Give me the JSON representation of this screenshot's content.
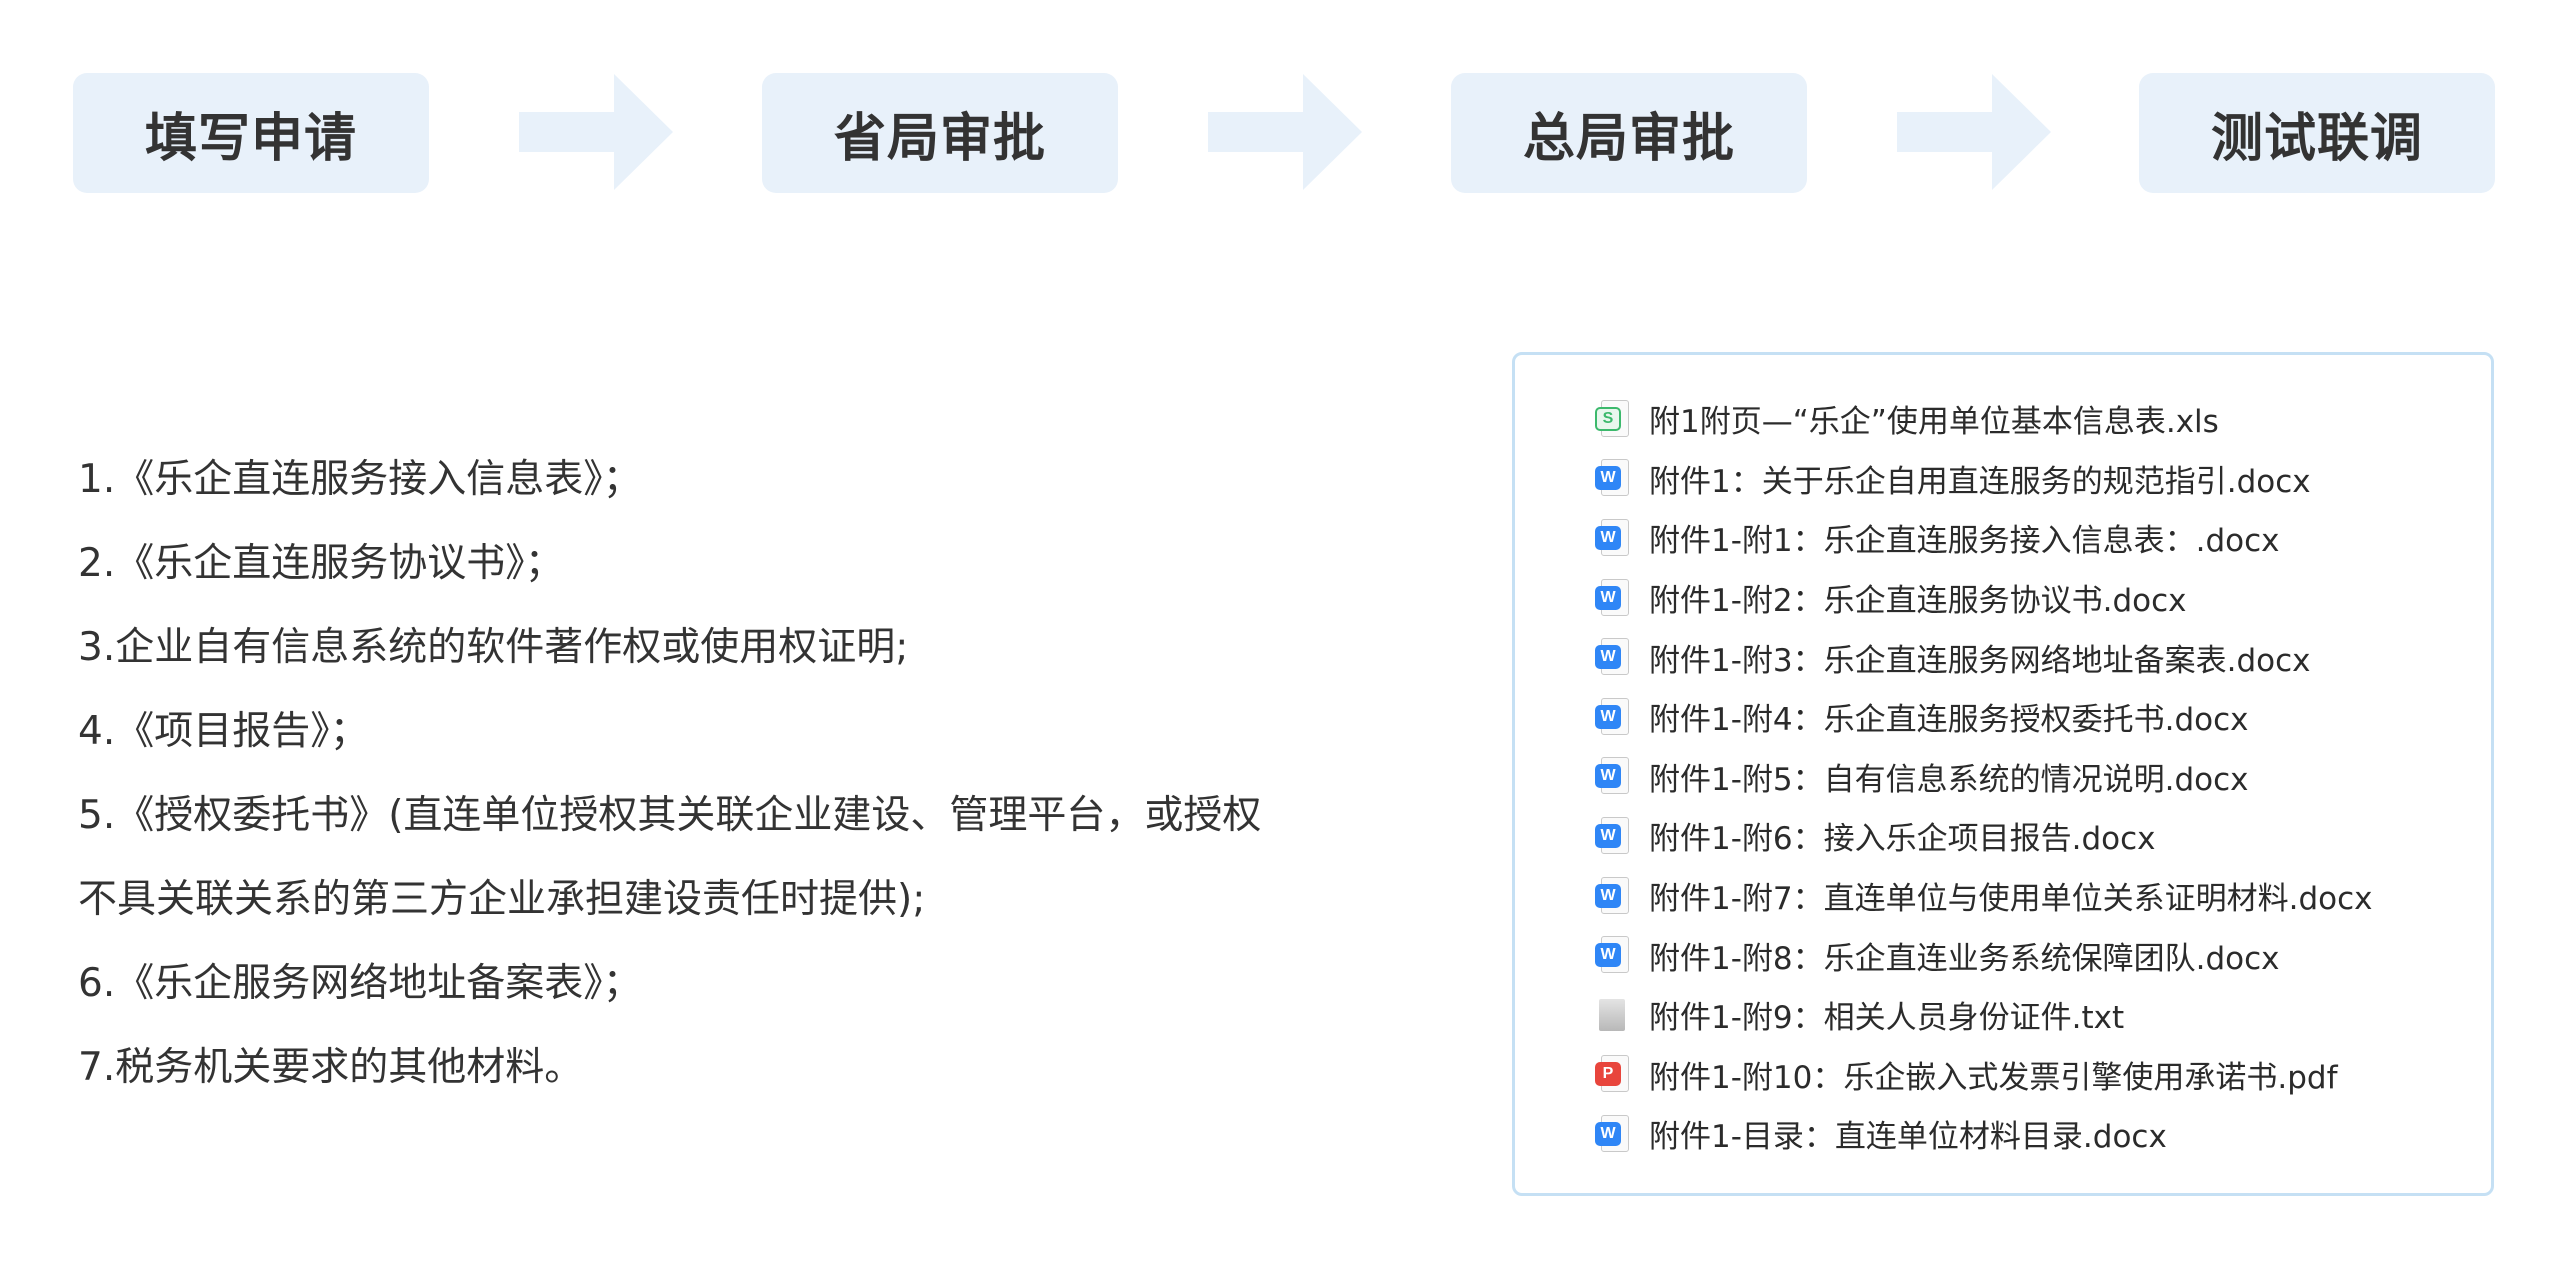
{
  "steps": [
    {
      "label": "填写申请"
    },
    {
      "label": "省局审批"
    },
    {
      "label": "总局审批"
    },
    {
      "label": "测试联调"
    }
  ],
  "colors": {
    "step_bg": "#e8f1fa",
    "arrow": "#e8f1fa",
    "panel_border": "#c5e0f4",
    "text": "#333333",
    "xls": "#3cb96c",
    "docx": "#2f86f6",
    "pdf": "#e8453c",
    "txt": "#bdbdbd"
  },
  "requirements": [
    "1.《乐企直连服务接入信息表》；",
    "2.《乐企直连服务协议书》；",
    "3.企业自有信息系统的软件著作权或使用权证明;",
    "4.《项目报告》；",
    "5.《授权委托书》(直连单位授权其关联企业建设、管理平台，或授权",
    "不具关联关系的第三方企业承担建设责任时提供);",
    "6.《乐企服务网络地址备案表》；",
    "7.税务机关要求的其他材料。"
  ],
  "files": [
    {
      "name": "附1附页—“乐企”使用单位基本信息表.xls",
      "type": "xls",
      "icon": "spreadsheet-file-icon",
      "glyph": "S"
    },
    {
      "name": "附件1：关于乐企自用直连服务的规范指引.docx",
      "type": "docx",
      "icon": "word-file-icon",
      "glyph": "W"
    },
    {
      "name": "附件1-附1：乐企直连服务接入信息表：.docx",
      "type": "docx",
      "icon": "word-file-icon",
      "glyph": "W"
    },
    {
      "name": "附件1-附2：乐企直连服务协议书.docx",
      "type": "docx",
      "icon": "word-file-icon",
      "glyph": "W"
    },
    {
      "name": "附件1-附3：乐企直连服务网络地址备案表.docx",
      "type": "docx",
      "icon": "word-file-icon",
      "glyph": "W"
    },
    {
      "name": "附件1-附4：乐企直连服务授权委托书.docx",
      "type": "docx",
      "icon": "word-file-icon",
      "glyph": "W"
    },
    {
      "name": "附件1-附5：自有信息系统的情况说明.docx",
      "type": "docx",
      "icon": "word-file-icon",
      "glyph": "W"
    },
    {
      "name": "附件1-附6：接入乐企项目报告.docx",
      "type": "docx",
      "icon": "word-file-icon",
      "glyph": "W"
    },
    {
      "name": "附件1-附7：直连单位与使用单位关系证明材料.docx",
      "type": "docx",
      "icon": "word-file-icon",
      "glyph": "W"
    },
    {
      "name": "附件1-附8：乐企直连业务系统保障团队.docx",
      "type": "docx",
      "icon": "word-file-icon",
      "glyph": "W"
    },
    {
      "name": "附件1-附9：相关人员身份证件.txt",
      "type": "txt",
      "icon": "text-file-icon",
      "glyph": ""
    },
    {
      "name": "附件1-附10：乐企嵌入式发票引擎使用承诺书.pdf",
      "type": "pdf",
      "icon": "pdf-file-icon",
      "glyph": "P"
    },
    {
      "name": "附件1-目录：直连单位材料目录.docx",
      "type": "docx",
      "icon": "word-file-icon",
      "glyph": "W"
    }
  ]
}
